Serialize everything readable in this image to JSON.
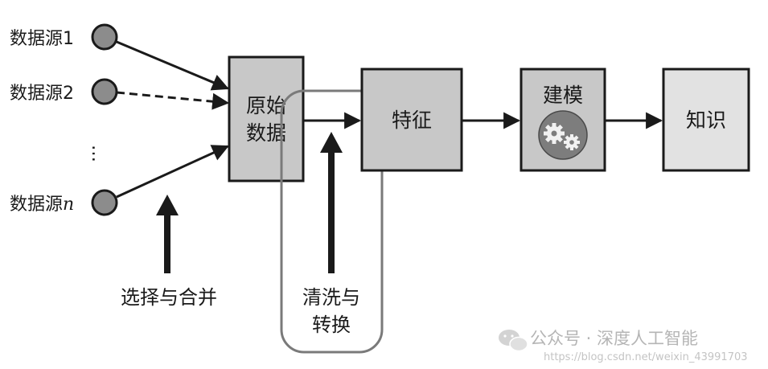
{
  "sources": [
    {
      "label": "数据源1",
      "link": "solid"
    },
    {
      "label": "数据源2",
      "link": "dashed"
    },
    {
      "label": "…",
      "link": "none"
    },
    {
      "label": "数据源",
      "suffix": "n",
      "link": "solid"
    }
  ],
  "boxes": {
    "raw": {
      "line1": "原始",
      "line2": "数据"
    },
    "feature": {
      "label": "特征"
    },
    "modeling": {
      "label": "建模",
      "icon": "gears-icon"
    },
    "knowledge": {
      "label": "知识"
    }
  },
  "captions": {
    "select_merge": "选择与合并",
    "clean_line1": "清洗与",
    "clean_line2": "转换"
  },
  "watermark": {
    "text": "公众号 · 深度人工智能",
    "url": "https://blog.csdn.net/weixin_43991703",
    "icon": "wechat-icon"
  },
  "colors": {
    "box_gray": "#c8c8c8",
    "box_light": "#e2e2e2",
    "node_gray": "#8c8c8c",
    "ink": "#1a1a1a",
    "rounded_outline": "#7a7a7a"
  }
}
